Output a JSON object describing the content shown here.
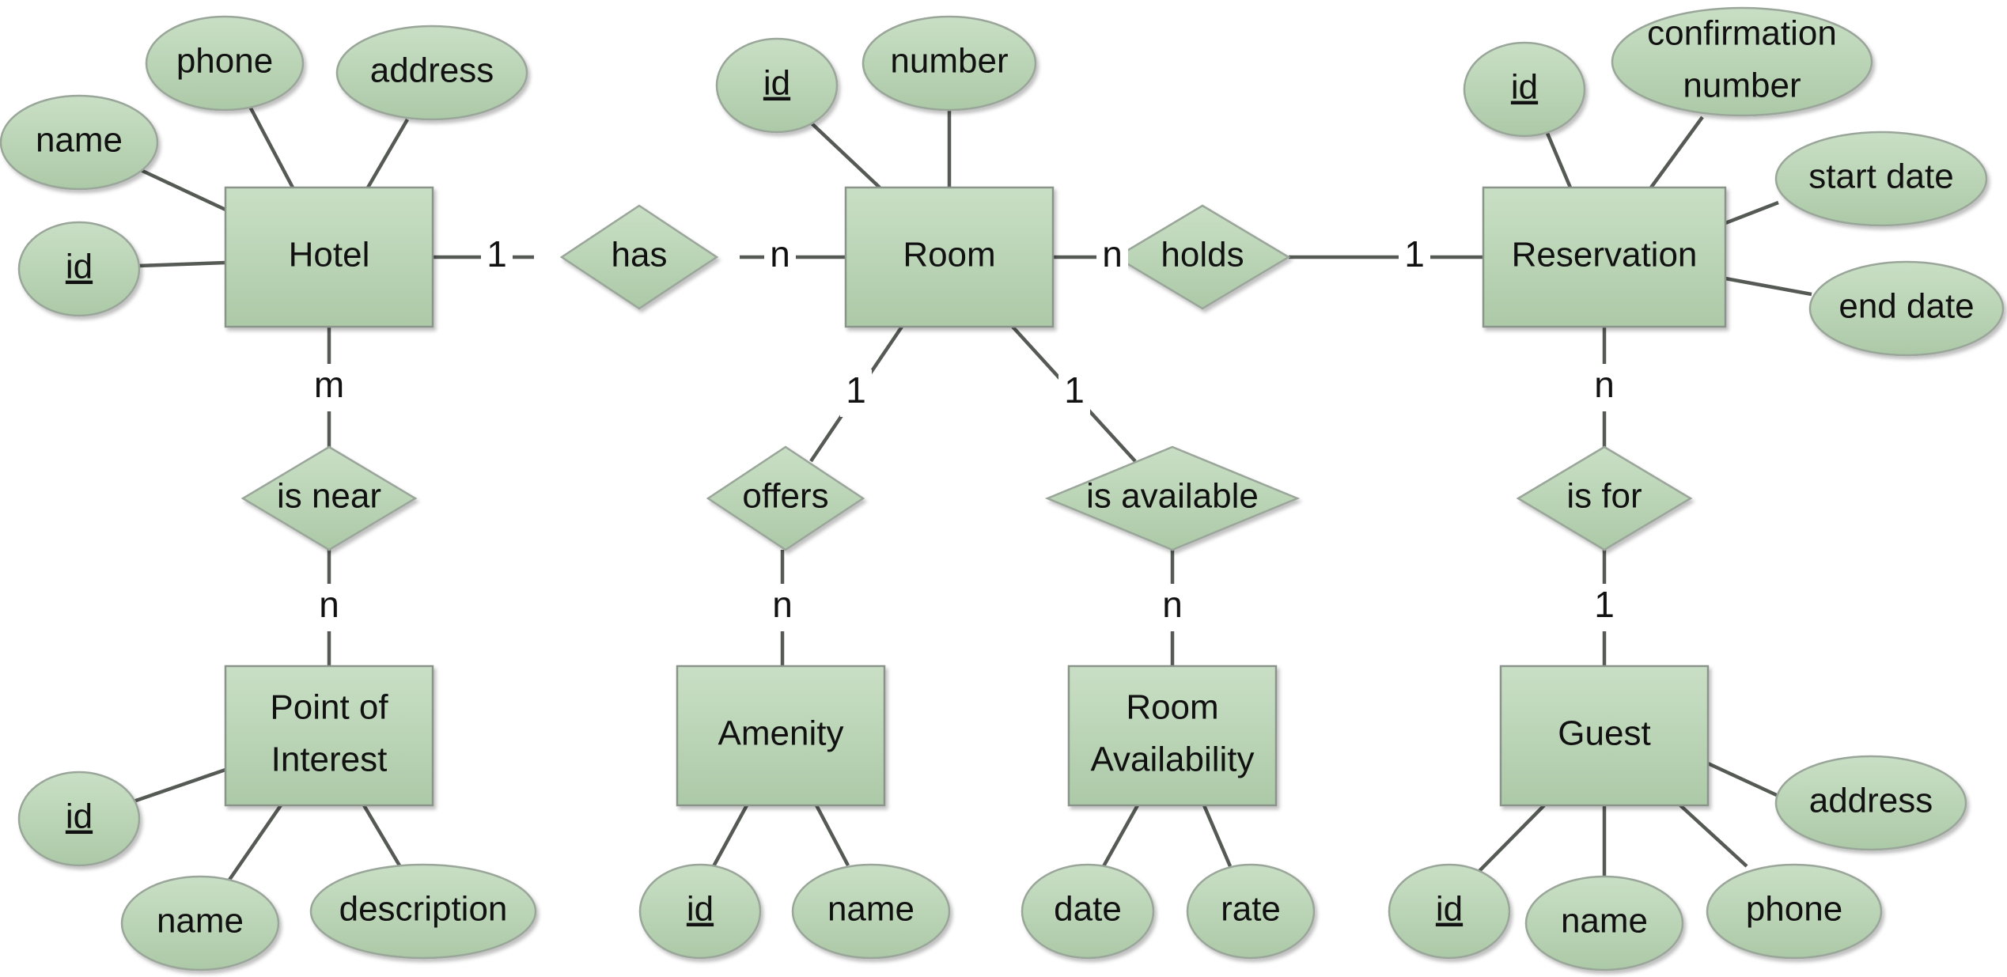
{
  "diagram": {
    "colors": {
      "shape_fill": "#b8d3b3",
      "shape_fill_light": "#cfe3cb",
      "line": "#555a55"
    },
    "entities": [
      {
        "id": "hotel",
        "lines": [
          "Hotel"
        ]
      },
      {
        "id": "room",
        "lines": [
          "Room"
        ]
      },
      {
        "id": "reservation",
        "lines": [
          "Reservation"
        ]
      },
      {
        "id": "poi",
        "lines": [
          "Point of",
          "Interest"
        ]
      },
      {
        "id": "amenity",
        "lines": [
          "Amenity"
        ]
      },
      {
        "id": "room-availability",
        "lines": [
          "Room",
          "Availability"
        ]
      },
      {
        "id": "guest",
        "lines": [
          "Guest"
        ]
      }
    ],
    "relationships": [
      {
        "id": "has",
        "label": "has"
      },
      {
        "id": "holds",
        "label": "holds"
      },
      {
        "id": "is-near",
        "label": "is near"
      },
      {
        "id": "offers",
        "label": "offers"
      },
      {
        "id": "is-available",
        "label": "is available"
      },
      {
        "id": "is-for",
        "label": "is for"
      }
    ],
    "attributes": [
      {
        "id": "hotel-name",
        "entity": "hotel",
        "lines": [
          "name"
        ],
        "key": false
      },
      {
        "id": "hotel-phone",
        "entity": "hotel",
        "lines": [
          "phone"
        ],
        "key": false
      },
      {
        "id": "hotel-address",
        "entity": "hotel",
        "lines": [
          "address"
        ],
        "key": false
      },
      {
        "id": "hotel-id",
        "entity": "hotel",
        "lines": [
          "id"
        ],
        "key": true
      },
      {
        "id": "room-id",
        "entity": "room",
        "lines": [
          "id"
        ],
        "key": true
      },
      {
        "id": "room-number",
        "entity": "room",
        "lines": [
          "number"
        ],
        "key": false
      },
      {
        "id": "res-id",
        "entity": "reservation",
        "lines": [
          "id"
        ],
        "key": true
      },
      {
        "id": "res-confirmation",
        "entity": "reservation",
        "lines": [
          "confirmation",
          "number"
        ],
        "key": false
      },
      {
        "id": "res-start",
        "entity": "reservation",
        "lines": [
          "start date"
        ],
        "key": false
      },
      {
        "id": "res-end",
        "entity": "reservation",
        "lines": [
          "end date"
        ],
        "key": false
      },
      {
        "id": "poi-id",
        "entity": "poi",
        "lines": [
          "id"
        ],
        "key": true
      },
      {
        "id": "poi-name",
        "entity": "poi",
        "lines": [
          "name"
        ],
        "key": false
      },
      {
        "id": "poi-description",
        "entity": "poi",
        "lines": [
          "description"
        ],
        "key": false
      },
      {
        "id": "amenity-id",
        "entity": "amenity",
        "lines": [
          "id"
        ],
        "key": true
      },
      {
        "id": "amenity-name",
        "entity": "amenity",
        "lines": [
          "name"
        ],
        "key": false
      },
      {
        "id": "ra-date",
        "entity": "room-availability",
        "lines": [
          "date"
        ],
        "key": false
      },
      {
        "id": "ra-rate",
        "entity": "room-availability",
        "lines": [
          "rate"
        ],
        "key": false
      },
      {
        "id": "guest-id",
        "entity": "guest",
        "lines": [
          "id"
        ],
        "key": true
      },
      {
        "id": "guest-name",
        "entity": "guest",
        "lines": [
          "name"
        ],
        "key": false
      },
      {
        "id": "guest-phone",
        "entity": "guest",
        "lines": [
          "phone"
        ],
        "key": false
      },
      {
        "id": "guest-address",
        "entity": "guest",
        "lines": [
          "address"
        ],
        "key": false
      }
    ],
    "cardinalities": [
      {
        "id": "hotel-has",
        "label": "1"
      },
      {
        "id": "has-room",
        "label": "n"
      },
      {
        "id": "room-holds",
        "label": "n"
      },
      {
        "id": "holds-reservation",
        "label": "1"
      },
      {
        "id": "hotel-isnear",
        "label": "m"
      },
      {
        "id": "isnear-poi",
        "label": "n"
      },
      {
        "id": "room-offers",
        "label": "1"
      },
      {
        "id": "offers-amenity",
        "label": "n"
      },
      {
        "id": "room-isavailable",
        "label": "1"
      },
      {
        "id": "isavailable-ra",
        "label": "n"
      },
      {
        "id": "reservation-isfor",
        "label": "n"
      },
      {
        "id": "isfor-guest",
        "label": "1"
      }
    ]
  }
}
